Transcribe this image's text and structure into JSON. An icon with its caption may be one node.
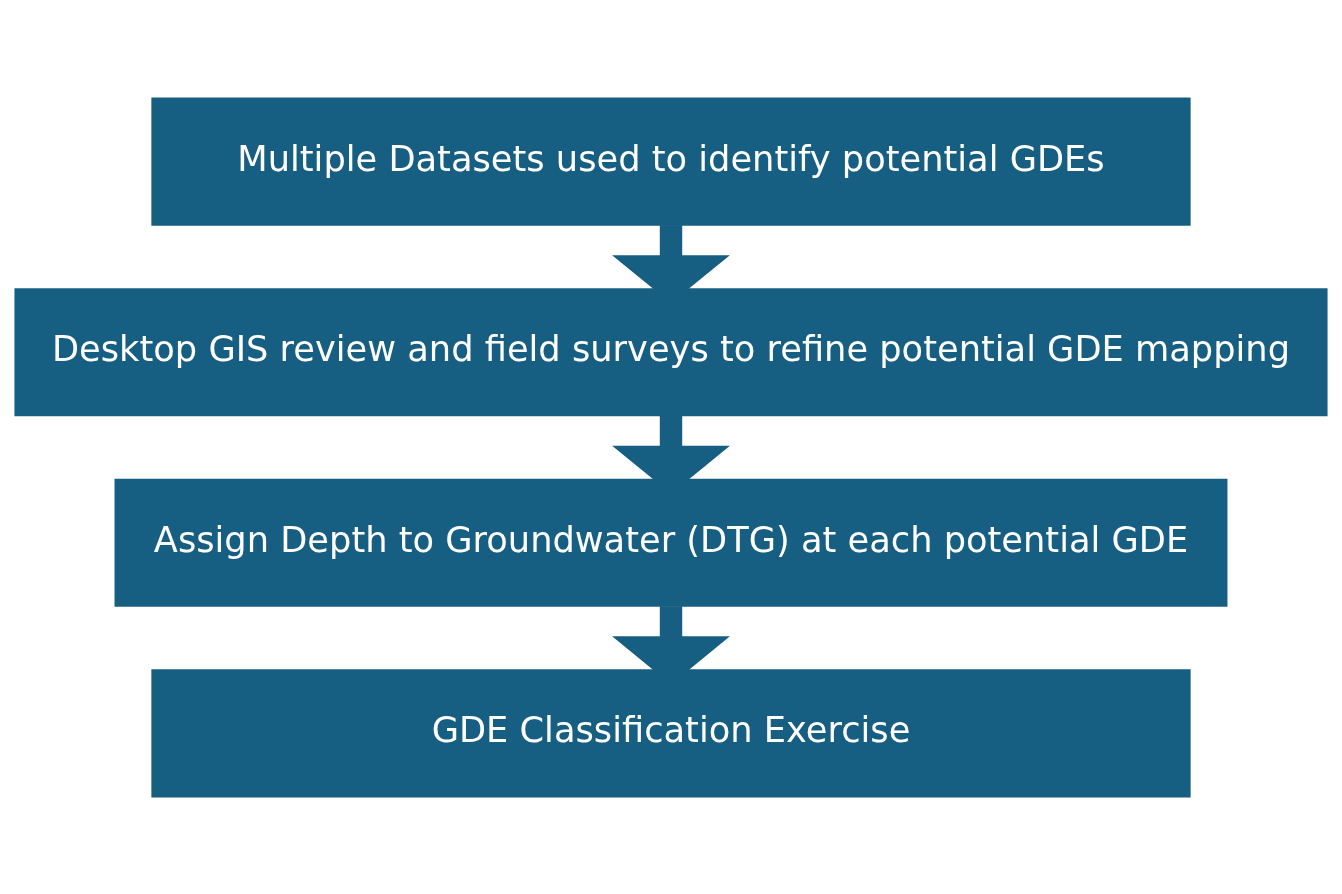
{
  "diagram": {
    "nodes": [
      {
        "text": [
          "Multiple Datasets used to identify potential GDEs"
        ]
      },
      {
        "text": [
          "Desktop GIS review and field surveys to refine potential GDE mapping"
        ]
      },
      {
        "text": [
          "Assign Depth to Groundwater (DTG) at each potential GDE"
        ]
      },
      {
        "text": [
          "GDE Classification Exercise"
        ]
      }
    ],
    "edges": [
      {
        "from": 0,
        "to": 1,
        "arrow": "to"
      },
      {
        "from": 1,
        "to": 2,
        "arrow": "to"
      },
      {
        "from": 2,
        "to": 3,
        "arrow": "to"
      }
    ]
  }
}
